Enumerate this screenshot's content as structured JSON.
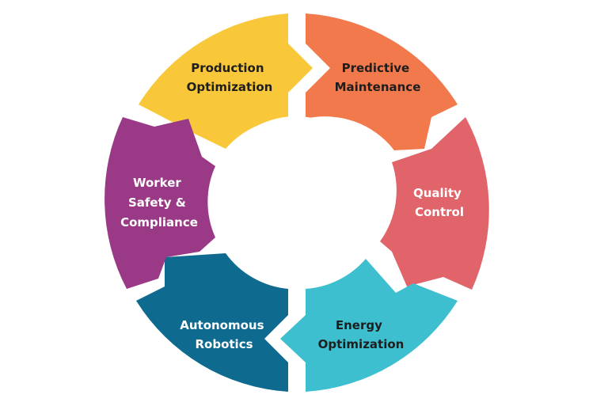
{
  "diagram": {
    "segments": [
      {
        "id": "production-optimization",
        "lines": [
          "Production",
          "Optimization"
        ],
        "color": "#F8C73A",
        "text_color": "#1E1E1E"
      },
      {
        "id": "predictive-maintenance",
        "lines": [
          "Predictive",
          "Maintenance"
        ],
        "color": "#F2794C",
        "text_color": "#1E1E1E"
      },
      {
        "id": "quality-control",
        "lines": [
          "Quality",
          "Control"
        ],
        "color": "#E0646A",
        "text_color": "#FFFFFF"
      },
      {
        "id": "energy-optimization",
        "lines": [
          "Energy",
          "Optimization"
        ],
        "color": "#3DBFCF",
        "text_color": "#1E1E1E"
      },
      {
        "id": "autonomous-robotics",
        "lines": [
          "Autonomous",
          "Robotics"
        ],
        "color": "#0E6A8F",
        "text_color": "#FFFFFF"
      },
      {
        "id": "worker-safety-compliance",
        "lines": [
          "Worker",
          "Safety &",
          "Compliance"
        ],
        "color": "#9A3A87",
        "text_color": "#FFFFFF"
      }
    ]
  }
}
